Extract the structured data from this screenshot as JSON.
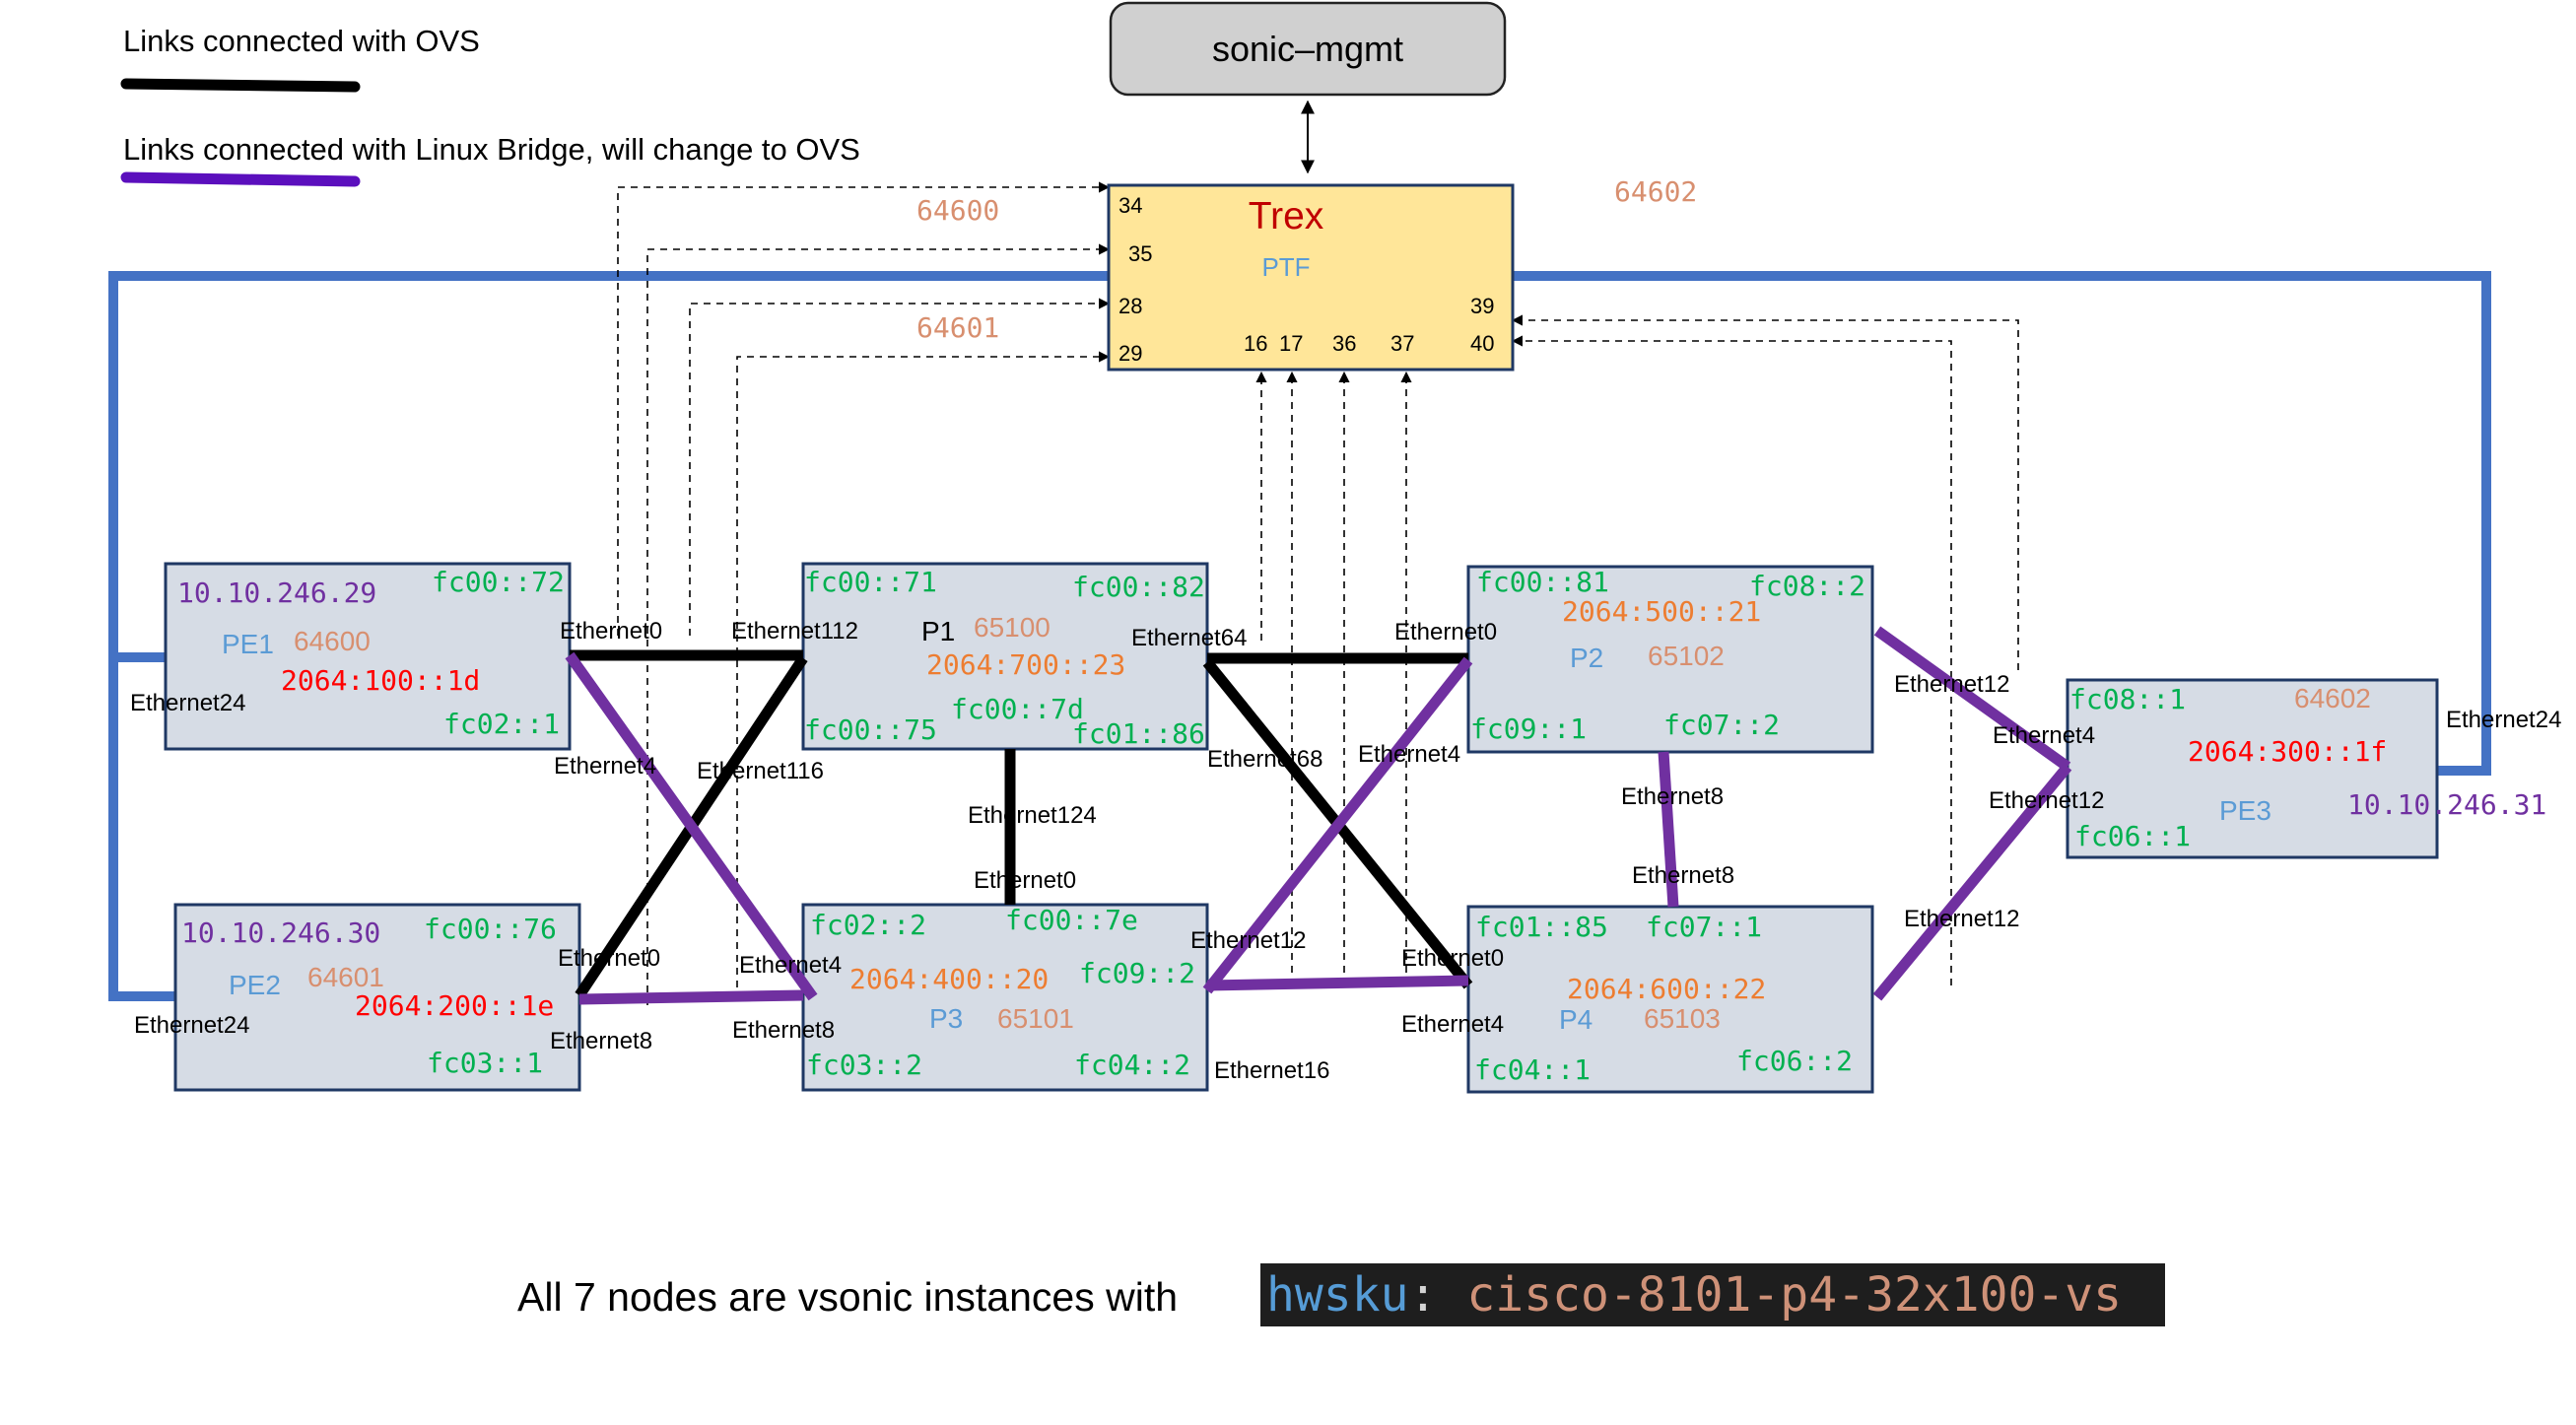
{
  "legend": {
    "ovs_label": "Links connected with OVS",
    "bridge_label": "Links connected with Linux Bridge, will change to OVS"
  },
  "colors": {
    "ovs_link": "#000000",
    "bridge_link": "#7030a0",
    "management_link": "#4472c4",
    "node_fill": "#d6dce5",
    "trex_fill": "#ffe699",
    "asn": "#d88f6f",
    "ip_green": "#00b050",
    "ip_red": "#ff0000",
    "mgmt_ip": "#7030a0",
    "node_name": "#5b9bd5"
  },
  "sonic_mgmt": {
    "label": "sonic–mgmt"
  },
  "trex": {
    "title": "Trex",
    "subtitle": "PTF",
    "ports": {
      "p34": "34",
      "p35": "35",
      "p28": "28",
      "p29": "29",
      "p39": "39",
      "p40": "40",
      "p16": "16",
      "p17": "17",
      "p36": "36",
      "p37": "37"
    }
  },
  "floating_asn": {
    "a64600": "64600",
    "a64601": "64601",
    "a64602": "64602"
  },
  "nodes": {
    "pe1": {
      "mgmt": "10.10.246.29",
      "name": "PE1",
      "asn": "64600",
      "loopback": "2064:100::1d",
      "tr": "fc00::72",
      "br": "fc02::1"
    },
    "pe2": {
      "mgmt": "10.10.246.30",
      "name": "PE2",
      "asn": "64601",
      "loopback": "2064:200::1e",
      "tr": "fc00::76",
      "br": "fc03::1"
    },
    "pe3": {
      "mgmt": "10.10.246.31",
      "name": "PE3",
      "asn": "64602",
      "loopback": "2064:300::1f",
      "tl": "fc08::1",
      "bl": "fc06::1"
    },
    "p1": {
      "name": "P1",
      "asn": "65100",
      "loopback": "2064:700::23",
      "tl": "fc00::71",
      "tr": "fc00::82",
      "bl": "fc00::75",
      "bm": "fc00::7d",
      "br": "fc01::86"
    },
    "p2": {
      "name": "P2",
      "asn": "65102",
      "loopback": "2064:500::21",
      "tl": "fc00::81",
      "tr": "fc08::2",
      "bl": "fc09::1",
      "br": "fc07::2"
    },
    "p3": {
      "name": "P3",
      "asn": "65101",
      "loopback": "2064:400::20",
      "tl": "fc02::2",
      "tr": "fc00::7e",
      "mr": "fc09::2",
      "bl": "fc03::2",
      "br": "fc04::2"
    },
    "p4": {
      "name": "P4",
      "asn": "65103",
      "loopback": "2064:600::22",
      "tl": "fc01::85",
      "tr": "fc07::1",
      "bl": "fc04::1",
      "br": "fc06::2"
    }
  },
  "interfaces": {
    "pe1_eth0": "Ethernet0",
    "pe1_eth24": "Ethernet24",
    "pe1_eth4": "Ethernet4",
    "p1_eth112": "Ethernet112",
    "p1_eth116": "Ethernet116",
    "p1_eth64": "Ethernet64",
    "p1_eth68": "Ethernet68",
    "p1_eth124": "Ethernet124",
    "p2_eth0": "Ethernet0",
    "p2_eth4": "Ethernet4",
    "p2_eth12": "Ethernet12",
    "p2_eth8": "Ethernet8",
    "pe3_eth4": "Ethernet4",
    "pe3_eth12": "Ethernet12",
    "pe3_eth24": "Ethernet24",
    "pe2_eth0": "Ethernet0",
    "pe2_eth24": "Ethernet24",
    "pe2_eth8": "Ethernet8",
    "p3_eth0": "Ethernet0",
    "p3_eth4": "Ethernet4",
    "p3_eth8": "Ethernet8",
    "p3_eth12": "Ethernet12",
    "p3_eth16": "Ethernet16",
    "p4_eth8": "Ethernet8",
    "p4_eth0": "Ethernet0",
    "p4_eth4": "Ethernet4",
    "p4_eth12": "Ethernet12"
  },
  "footer": {
    "text": "All 7 nodes are vsonic instances with ",
    "hwsku_key": "hwsku",
    "hwsku_sep": ":",
    "hwsku_value": "cisco-8101-p4-32x100-vs"
  }
}
